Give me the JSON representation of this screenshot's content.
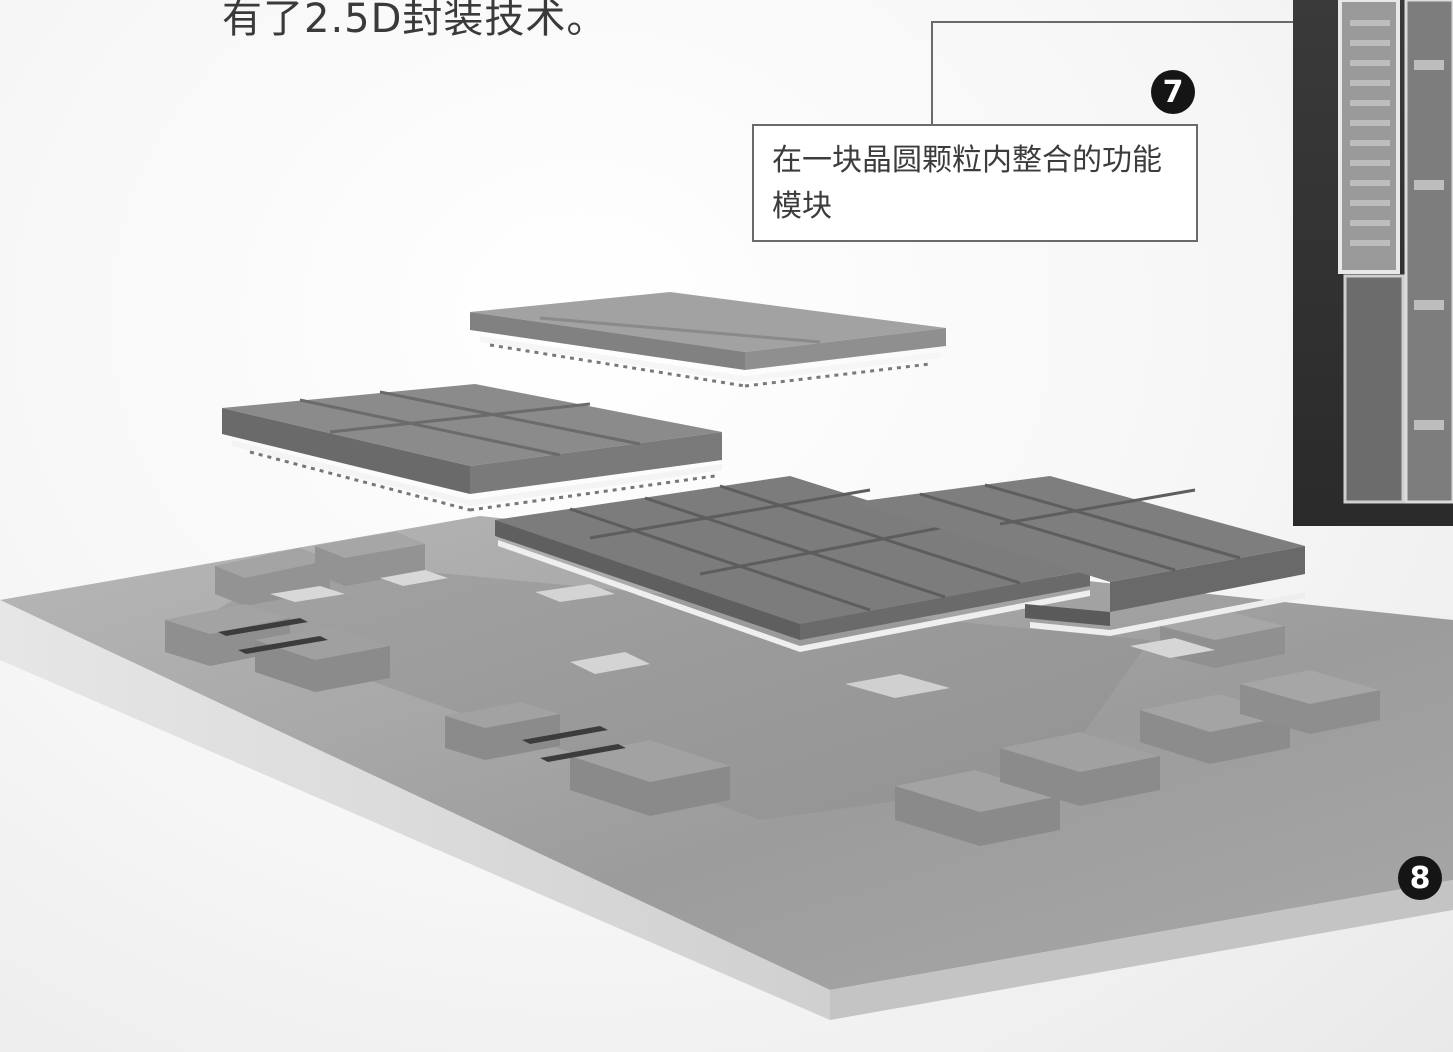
{
  "caption": "有了2.5D封装技术。",
  "callout": {
    "text": "在一块晶圆颗粒内整合的功能模块"
  },
  "badges": {
    "seven": "7",
    "eight": "8"
  },
  "colors": {
    "substrate_top": "#a9a9a9",
    "substrate_side": "#d8d8d8",
    "chip_top": "#8a8a8a",
    "chip_dark": "#5b5b5b",
    "pad": "#d2d2d2"
  }
}
